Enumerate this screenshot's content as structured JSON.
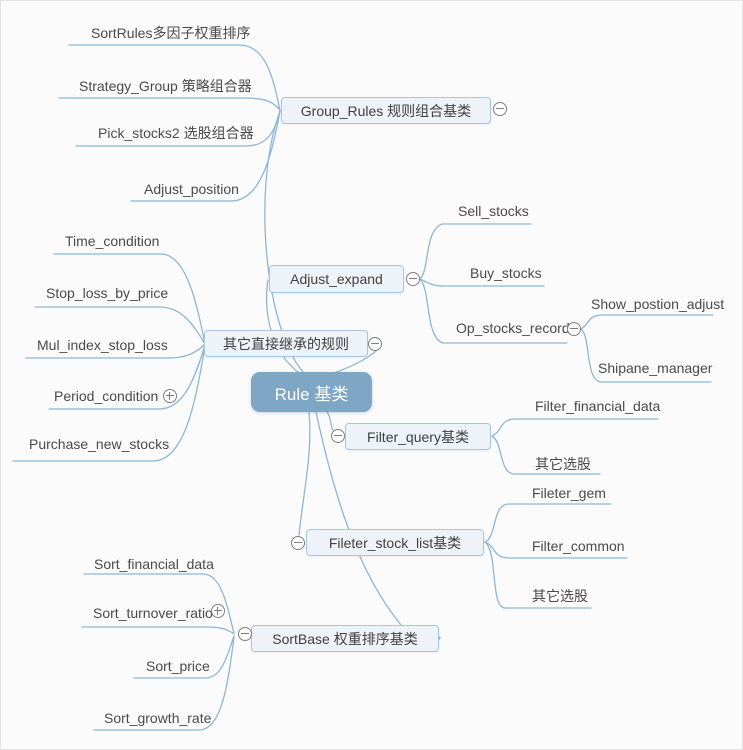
{
  "mindmap": {
    "colors": {
      "canvas_bg": "#fbfbfb",
      "canvas_border": "#e4e4e4",
      "branch_line": "#8fb6d6",
      "node_fill": "#eef3f9",
      "node_border": "#a9c6de",
      "node_text": "#404040",
      "leaf_text": "#4a4a4a",
      "root_fill": "#7ea6c5",
      "root_text": "#ffffff",
      "expander_stroke": "#7f7f7f"
    },
    "root": {
      "label": "Rule 基类",
      "children": [
        {
          "label": "Group_Rules 规则组合基类",
          "expander": "minus",
          "children": [
            {
              "label": "SortRules多因子权重排序"
            },
            {
              "label": "Strategy_Group 策略组合器"
            },
            {
              "label": "Pick_stocks2 选股组合器"
            },
            {
              "label": "Adjust_position"
            }
          ]
        },
        {
          "label": "Adjust_expand",
          "expander": "minus",
          "children": [
            {
              "label": "Sell_stocks"
            },
            {
              "label": "Buy_stocks"
            },
            {
              "label": "Op_stocks_record",
              "expander": "minus",
              "children": [
                {
                  "label": "Show_postion_adjust"
                },
                {
                  "label": "Shipane_manager"
                }
              ]
            }
          ]
        },
        {
          "label": "其它直接继承的规则",
          "expander": "minus",
          "children": [
            {
              "label": "Time_condition"
            },
            {
              "label": "Stop_loss_by_price"
            },
            {
              "label": "Mul_index_stop_loss"
            },
            {
              "label": "Period_condition",
              "expander": "plus"
            },
            {
              "label": "Purchase_new_stocks"
            }
          ]
        },
        {
          "label": "Filter_query基类",
          "expander": "minus",
          "children": [
            {
              "label": "Filter_financial_data"
            },
            {
              "label": "其它选股"
            }
          ]
        },
        {
          "label": "Fileter_stock_list基类",
          "expander": "minus",
          "children": [
            {
              "label": "Fileter_gem"
            },
            {
              "label": "Filter_common"
            },
            {
              "label": "其它选股"
            }
          ]
        },
        {
          "label": "SortBase 权重排序基类",
          "expander": "minus",
          "children": [
            {
              "label": "Sort_financial_data"
            },
            {
              "label": "Sort_turnover_ratio",
              "expander": "plus"
            },
            {
              "label": "Sort_price"
            },
            {
              "label": "Sort_growth_rate"
            }
          ]
        }
      ]
    }
  }
}
